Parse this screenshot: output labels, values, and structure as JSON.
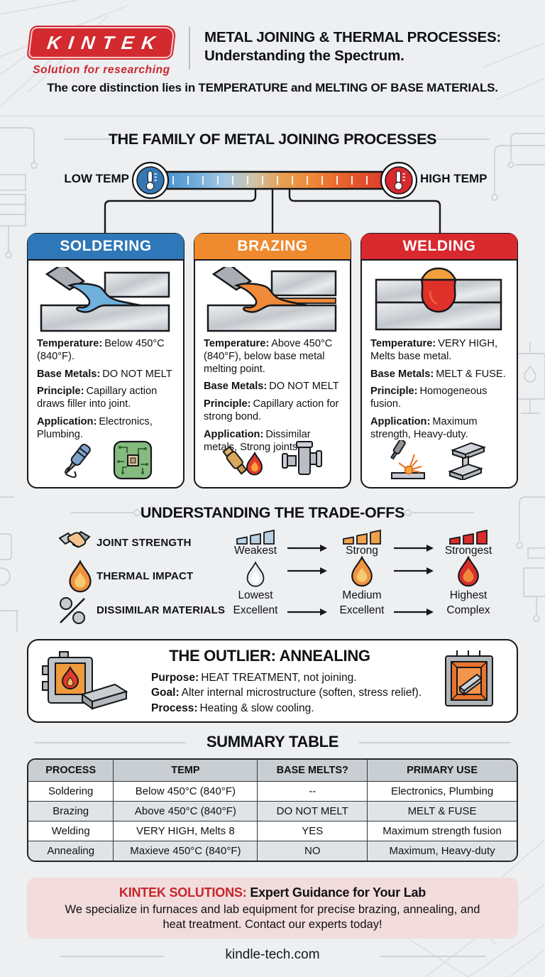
{
  "header": {
    "logo": "KINTEK",
    "tagline": "Solution for researching",
    "title_line1": "METAL JOINING & THERMAL PROCESSES:",
    "title_line2": "Understanding the Spectrum.",
    "subtitle": "The core distinction lies in TEMPERATURE and MELTING OF BASE MATERIALS."
  },
  "spectrum": {
    "title": "THE FAMILY OF METAL JOINING PROCESSES",
    "low": "LOW TEMP",
    "high": "HIGH TEMP"
  },
  "cards": [
    {
      "title": "SOLDERING",
      "color": "#2e77b8",
      "fields": [
        {
          "label": "Temperature:",
          "text": "Below 450°C (840°F)."
        },
        {
          "label": "Base Metals:",
          "text": "DO NOT MELT"
        },
        {
          "label": "Principle:",
          "text": "Capillary action draws filler into joint."
        },
        {
          "label": "Application:",
          "text": "Electronics, Plumbing."
        }
      ],
      "icons": [
        "soldering-iron",
        "circuit-board"
      ]
    },
    {
      "title": "BRAZING",
      "color": "#ef8a2e",
      "fields": [
        {
          "label": "Temperature:",
          "text": "Above 450°C (840°F), below base metal melting point."
        },
        {
          "label": "Base Metals:",
          "text": "DO NOT MELT"
        },
        {
          "label": "Principle:",
          "text": "Capillary action for strong bond."
        },
        {
          "label": "Application:",
          "text": "Dissimilar metals, Strong joints."
        }
      ],
      "icons": [
        "torch-flame",
        "pipe-fitting"
      ]
    },
    {
      "title": "WELDING",
      "color": "#d9282e",
      "fields": [
        {
          "label": "Temperature:",
          "text": "VERY HIGH, Melts base metal."
        },
        {
          "label": "Base Metals:",
          "text": "MELT & FUSE."
        },
        {
          "label": "Principle:",
          "text": "Homogeneous fusion."
        },
        {
          "label": "Application:",
          "text": "Maximum strength, Heavy-duty."
        }
      ],
      "icons": [
        "arc-welder",
        "i-beam"
      ]
    }
  ],
  "tradeoffs": {
    "title": "UNDERSTANDING THE TRADE-OFFS",
    "rows": [
      {
        "label": "JOINT STRENGTH",
        "icon": "handshake",
        "values": [
          "Weakest",
          "Strong",
          "Strongest"
        ]
      },
      {
        "label": "THERMAL IMPACT",
        "icon": "flame",
        "values": [
          "Lowest",
          "Medium",
          "Highest"
        ]
      },
      {
        "label": "DISSIMILAR MATERIALS",
        "icon": "percent",
        "values": [
          "Excellent",
          "Excellent",
          "Complex"
        ]
      }
    ]
  },
  "annealing": {
    "title": "THE OUTLIER: ANNEALING",
    "fields": [
      {
        "label": "Purpose:",
        "text": "HEAT TREATMENT, not joining."
      },
      {
        "label": "Goal:",
        "text": "Alter internal microstructure (soften, stress relief)."
      },
      {
        "label": "Process:",
        "text": "Heating & slow cooling."
      }
    ]
  },
  "summary": {
    "title": "SUMMARY TABLE",
    "headers": [
      "PROCESS",
      "TEMP",
      "BASE MELTS?",
      "PRIMARY USE"
    ],
    "rows": [
      [
        "Soldering",
        "Below 450°C (840°F)",
        "--",
        "Electronics, Plumbing"
      ],
      [
        "Brazing",
        "Above 450°C (840°F)",
        "DO NOT MELT",
        "MELT & FUSE"
      ],
      [
        "Welding",
        "VERY HIGH, Melts 8",
        "YES",
        "Maximum strength fusion"
      ],
      [
        "Annealing",
        "Maxieve 450°C (840°F)",
        "NO",
        "Maximum, Heavy-duty"
      ]
    ]
  },
  "footer": {
    "brand": "KINTEK SOLUTIONS:",
    "cta_title": "Expert Guidance for Your Lab",
    "body": "We specialize in furnaces and lab equipment for precise brazing, annealing, and heat treatment. Contact our experts today!",
    "website": "kindle-tech.com"
  },
  "colors": {
    "soldering_blue": "#2e77b8",
    "brazing_orange": "#ef8a2e",
    "welding_red": "#d9282e",
    "brand_red": "#d22a2f",
    "footer_pink": "#f2dcdc",
    "background": "#edeff1"
  }
}
